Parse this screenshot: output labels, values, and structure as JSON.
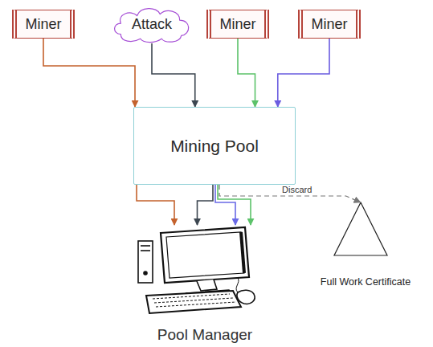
{
  "diagram": {
    "nodes": [
      {
        "text": [
          "Miner"
        ]
      },
      {
        "text": [
          "Attack"
        ]
      },
      {
        "text": [
          "Miner"
        ]
      },
      {
        "text": [
          "Miner"
        ]
      },
      {
        "text": [
          "Mining Pool"
        ]
      },
      {
        "text": [
          "Pool Manager"
        ]
      },
      {
        "text": [
          "Full Work Certificate"
        ]
      }
    ],
    "edges": [
      {
        "from": 0,
        "to": 4,
        "arrow": "to"
      },
      {
        "from": 1,
        "to": 4,
        "arrow": "to"
      },
      {
        "from": 2,
        "to": 4,
        "arrow": "to"
      },
      {
        "from": 3,
        "to": 4,
        "arrow": "to"
      },
      {
        "from": 4,
        "to": 5,
        "arrow": "to"
      },
      {
        "from": 4,
        "to": 5,
        "arrow": "to"
      },
      {
        "from": 4,
        "to": 5,
        "arrow": "to"
      },
      {
        "from": 4,
        "to": 5,
        "arrow": "to"
      },
      {
        "from": 4,
        "to": 6,
        "label": "Discard",
        "arrow": "to"
      }
    ]
  }
}
